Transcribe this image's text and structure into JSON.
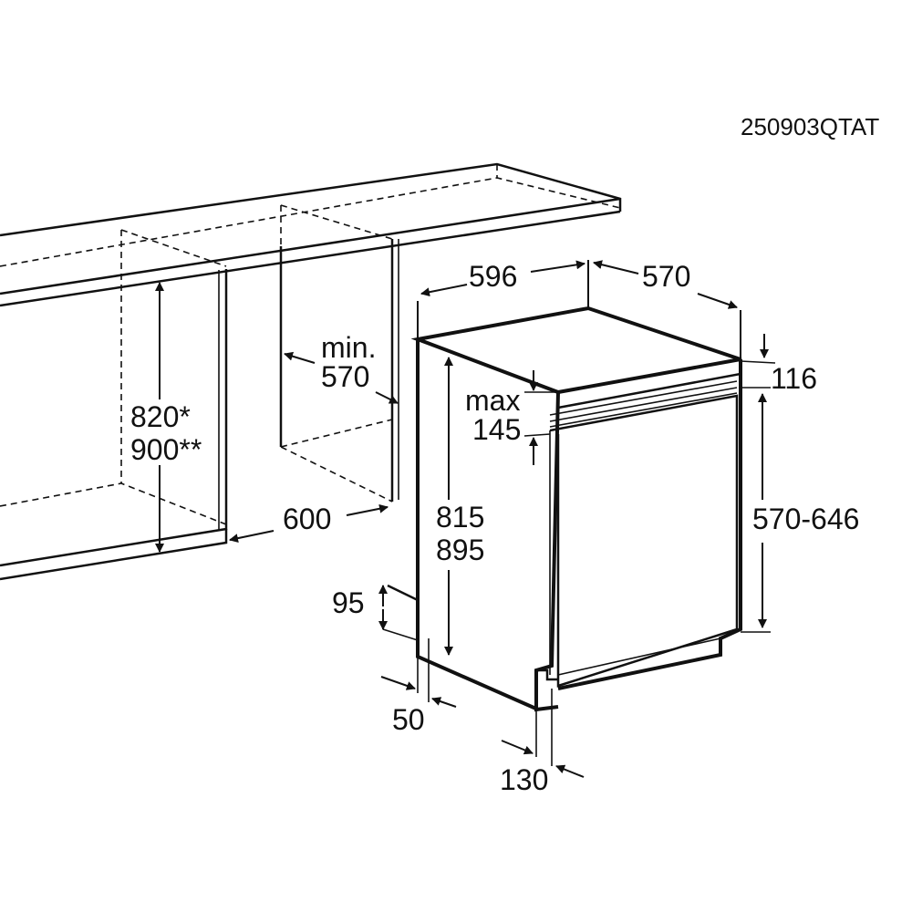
{
  "diagram": {
    "code": "250903QTAT",
    "dims": {
      "width": "596",
      "depth": "570",
      "plinth_top": "116",
      "max_label": "max",
      "max_value": "145",
      "door_height": "570-646",
      "min_label": "min.",
      "min_value": "570",
      "niche_h1": "820*",
      "niche_h2": "900**",
      "niche_depth": "600",
      "appliance_h1": "815",
      "appliance_h2": "895",
      "plinth_h": "95",
      "plinth_d": "50",
      "door_offset": "130"
    }
  }
}
